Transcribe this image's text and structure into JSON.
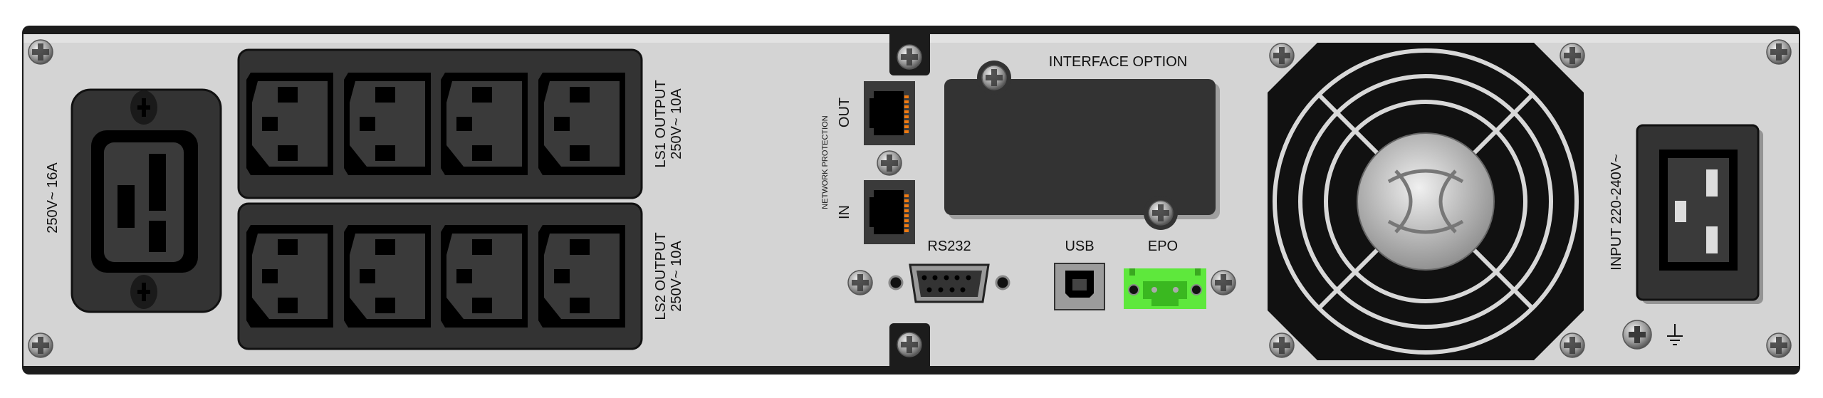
{
  "panel": {
    "c19_rating": "250V~ 16A",
    "ls1_title": "LS1 OUTPUT",
    "ls1_rating": "250V~ 10A",
    "ls2_title": "LS2 OUTPUT",
    "ls2_rating": "250V~ 10A",
    "network_protection": "NETWORK PROTECTION",
    "net_out": "OUT",
    "net_in": "IN",
    "interface_option": "INTERFACE  OPTION",
    "rs232": "RS232",
    "usb": "USB",
    "epo": "EPO",
    "input_rating": "INPUT 220-240V~"
  },
  "colors": {
    "panel": "#d4d4d4",
    "frame": "#1c1c1c",
    "socket": "#333333",
    "epo_green": "#5ee83c",
    "rj45_pins": "#f07a10"
  }
}
